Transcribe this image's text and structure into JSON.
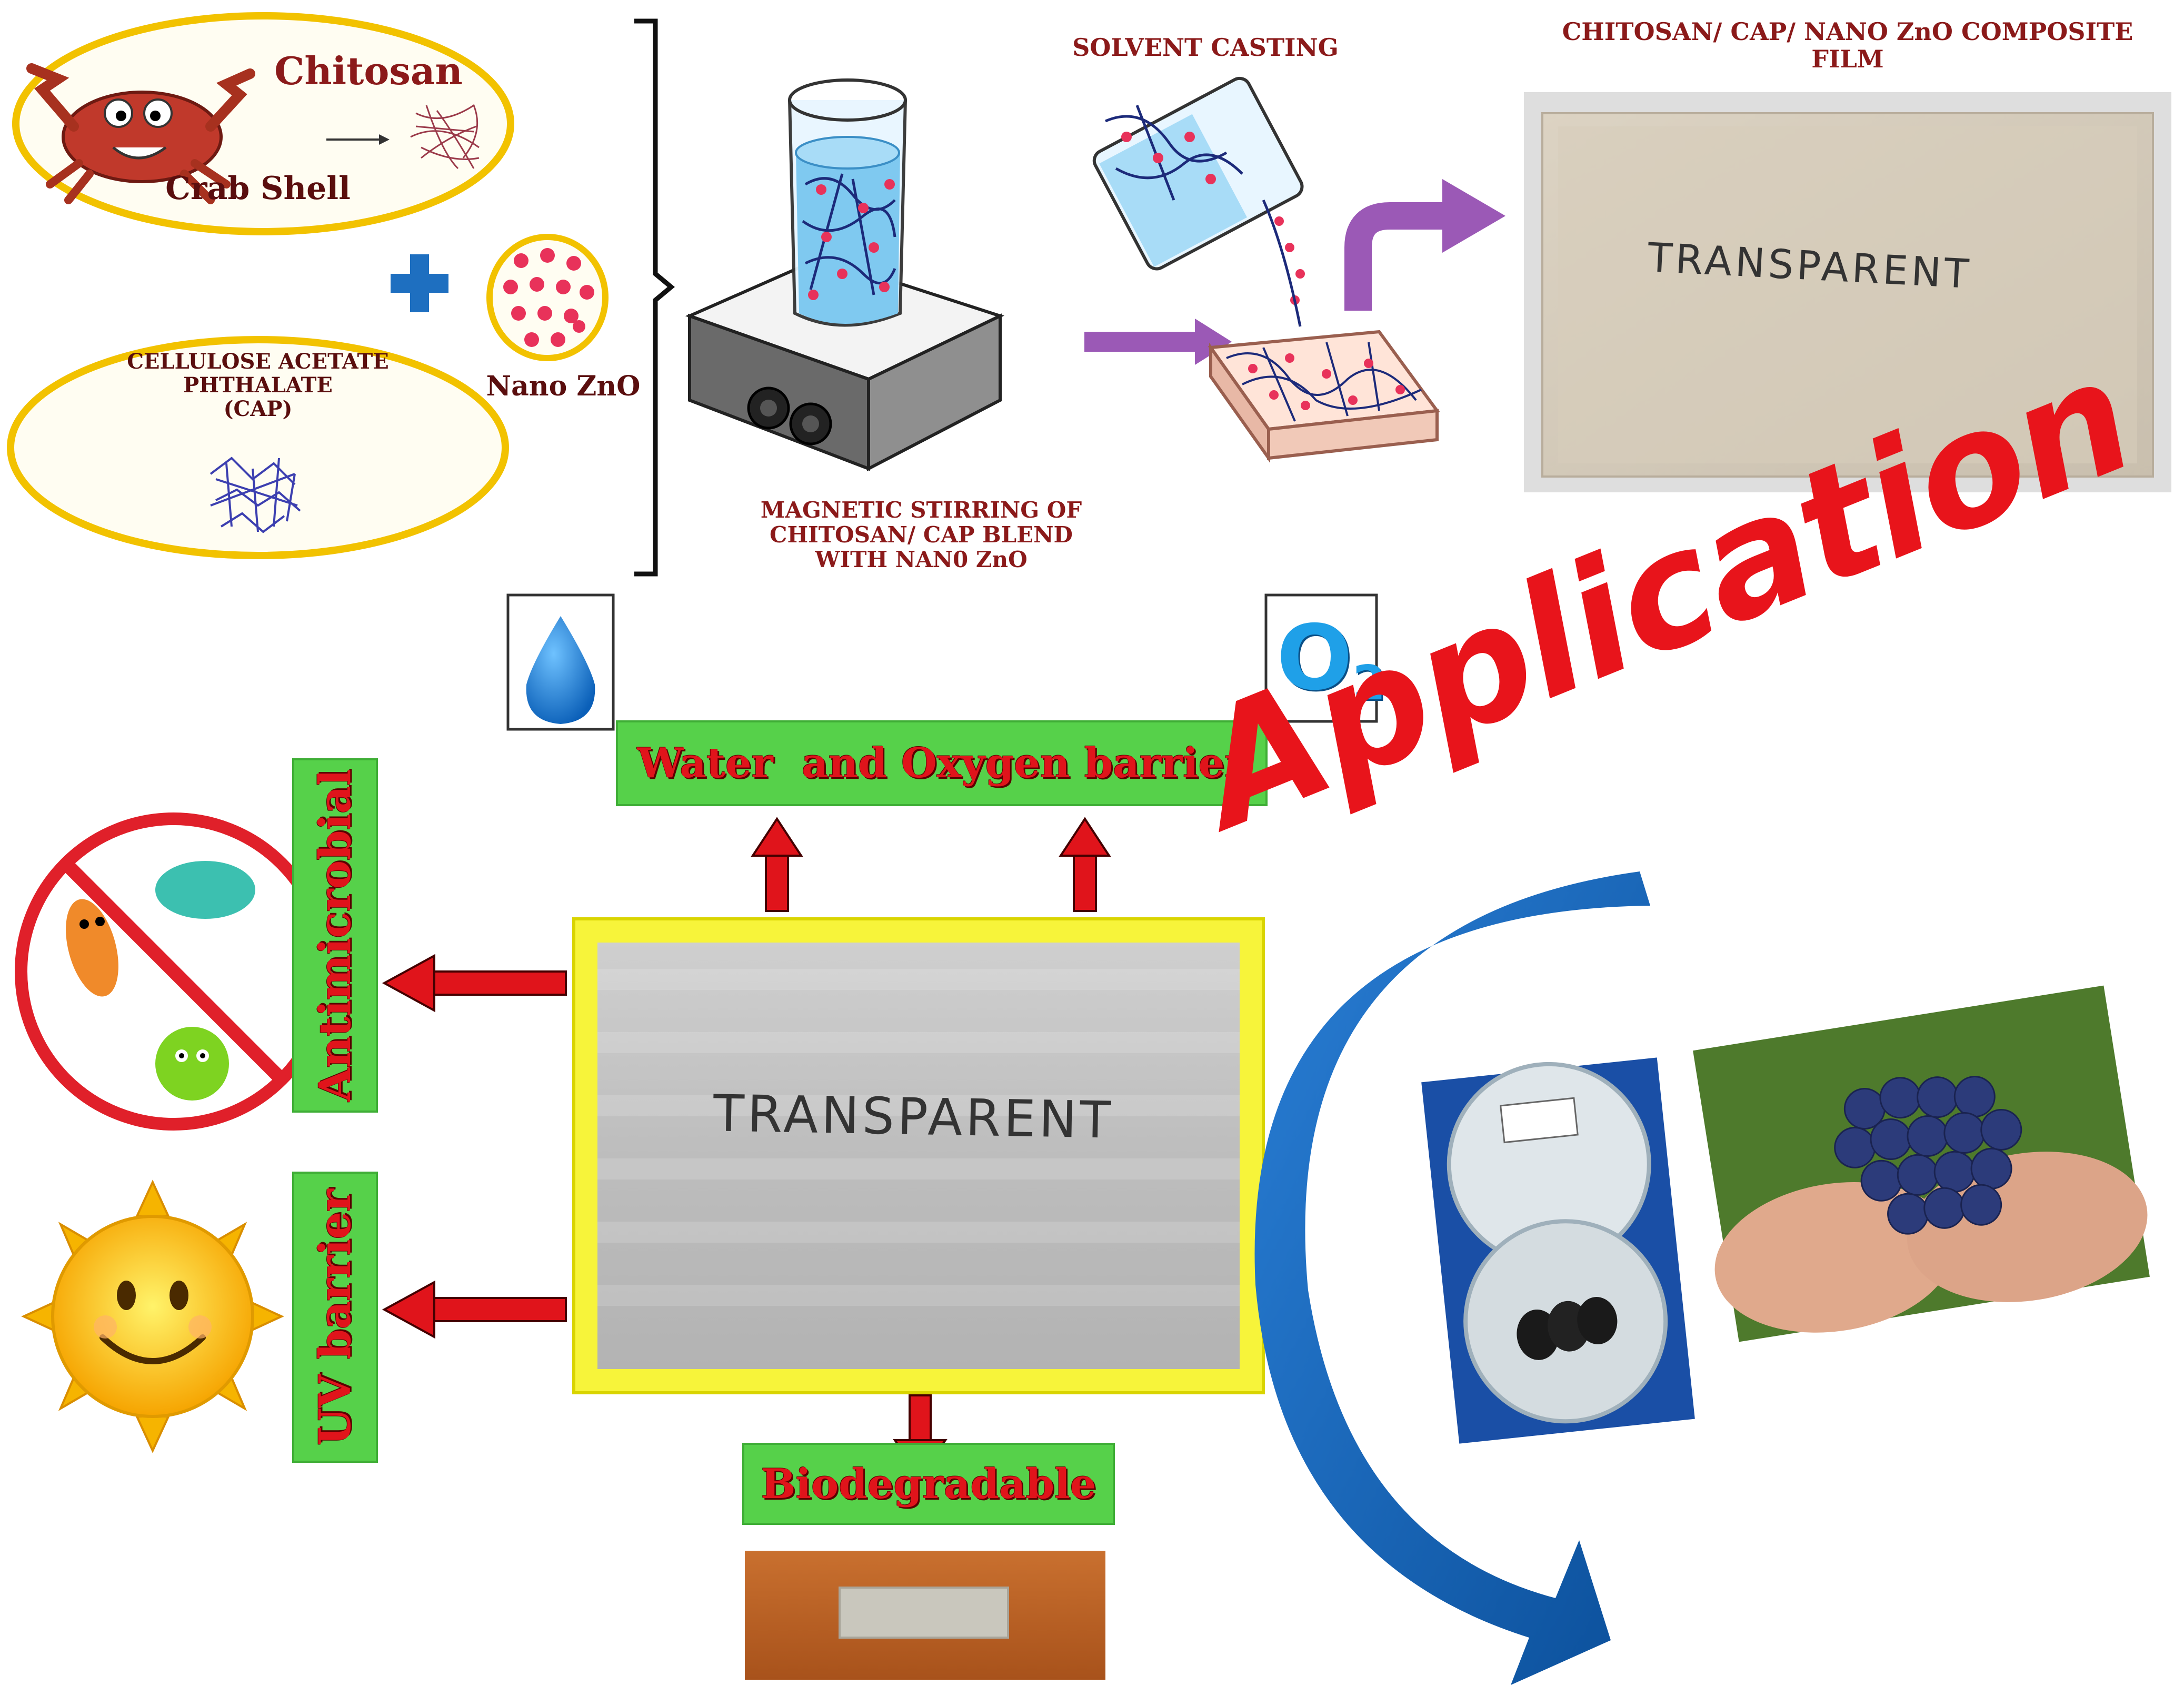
{
  "sources": {
    "chitosan": "Chitosan",
    "crab_shell": "Crab Shell",
    "cap": "CELLULOSE ACETATE\nPHTHALATE\n(CAP)",
    "nano_zno": "Nano ZnO"
  },
  "process": {
    "stirring": "MAGNETIC STIRRING OF\nCHITOSAN/ CAP BLEND\nWITH NAN0 ZnO",
    "casting": "SOLVENT CASTING",
    "film_title": "CHITOSAN/  CAP/ NANO  ZnO COMPOSITE\nFILM",
    "film_text": "TRANSPARENT"
  },
  "properties": {
    "barrier": "Water  and Oxygen barrier",
    "antimicrobial": "Antimicrobial",
    "uv": "UV barrier",
    "biodegradable": "Biodegradable",
    "center_film_text": "TRANSPARENT",
    "o2_symbol": "O",
    "o2_sub": "2"
  },
  "application": {
    "title": "Application"
  },
  "colors": {
    "arrow_red": "#e0141b",
    "box_green": "#56d14a",
    "ellipse_gold": "#f2c200",
    "purple_arrow": "#9b59b6",
    "blue_arrow": "#1e73c8",
    "app_red": "#e8141b"
  }
}
